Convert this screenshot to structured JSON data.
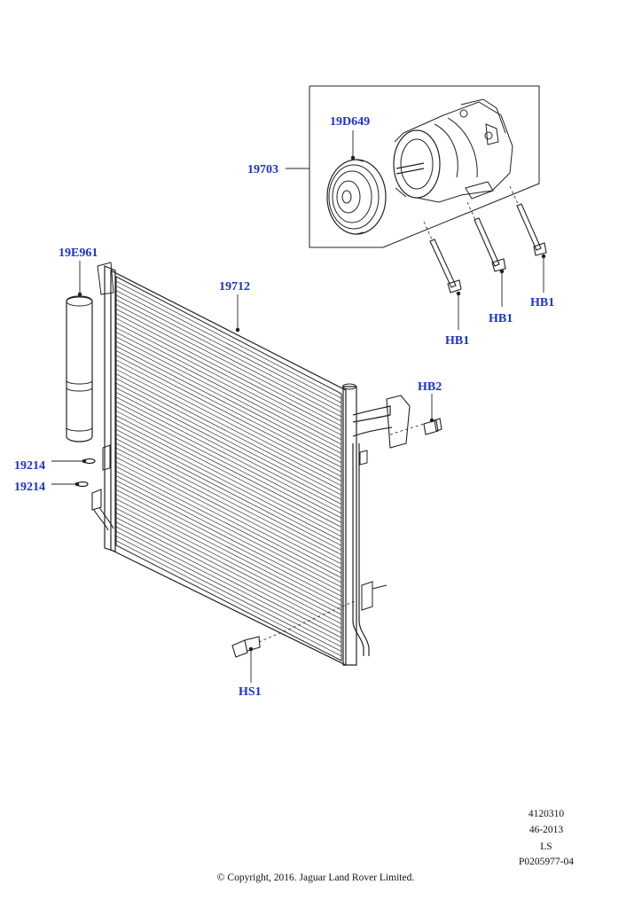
{
  "callouts": {
    "c19D649": "19D649",
    "c19703": "19703",
    "c19E961": "19E961",
    "c19712": "19712",
    "hb1_a": "HB1",
    "hb1_b": "HB1",
    "hb1_c": "HB1",
    "hb2": "HB2",
    "c19214_a": "19214",
    "c19214_b": "19214",
    "hs1": "HS1"
  },
  "reference": {
    "line1": "4120310",
    "line2": "46-2013",
    "line3": "LS",
    "line4": "P0205977-04"
  },
  "copyright": "© Copyright, 2016. Jaguar Land Rover Limited.",
  "colors": {
    "callout": "#1a33c9",
    "line": "#222222"
  }
}
